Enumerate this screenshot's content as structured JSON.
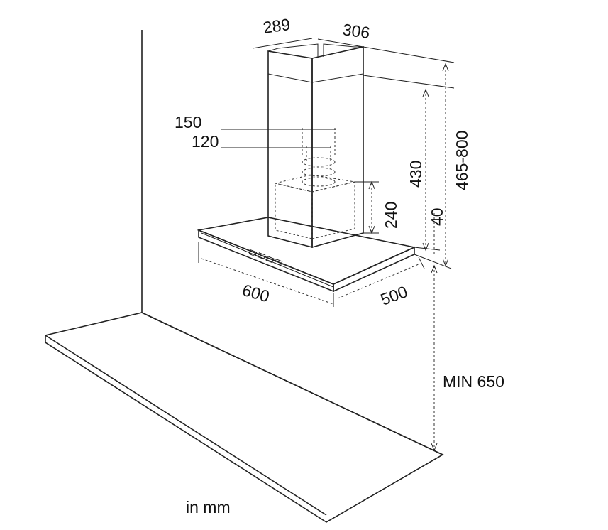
{
  "labels": {
    "width_top_left": "289",
    "width_top_right": "306",
    "outlet_outer": "150",
    "outlet_inner": "120",
    "height_chimney": "465-800",
    "height_body": "430",
    "height_box": "240",
    "height_canopy": "40",
    "canopy_width": "600",
    "canopy_depth": "500",
    "min_clearance": "MIN 650",
    "units": "in mm"
  }
}
